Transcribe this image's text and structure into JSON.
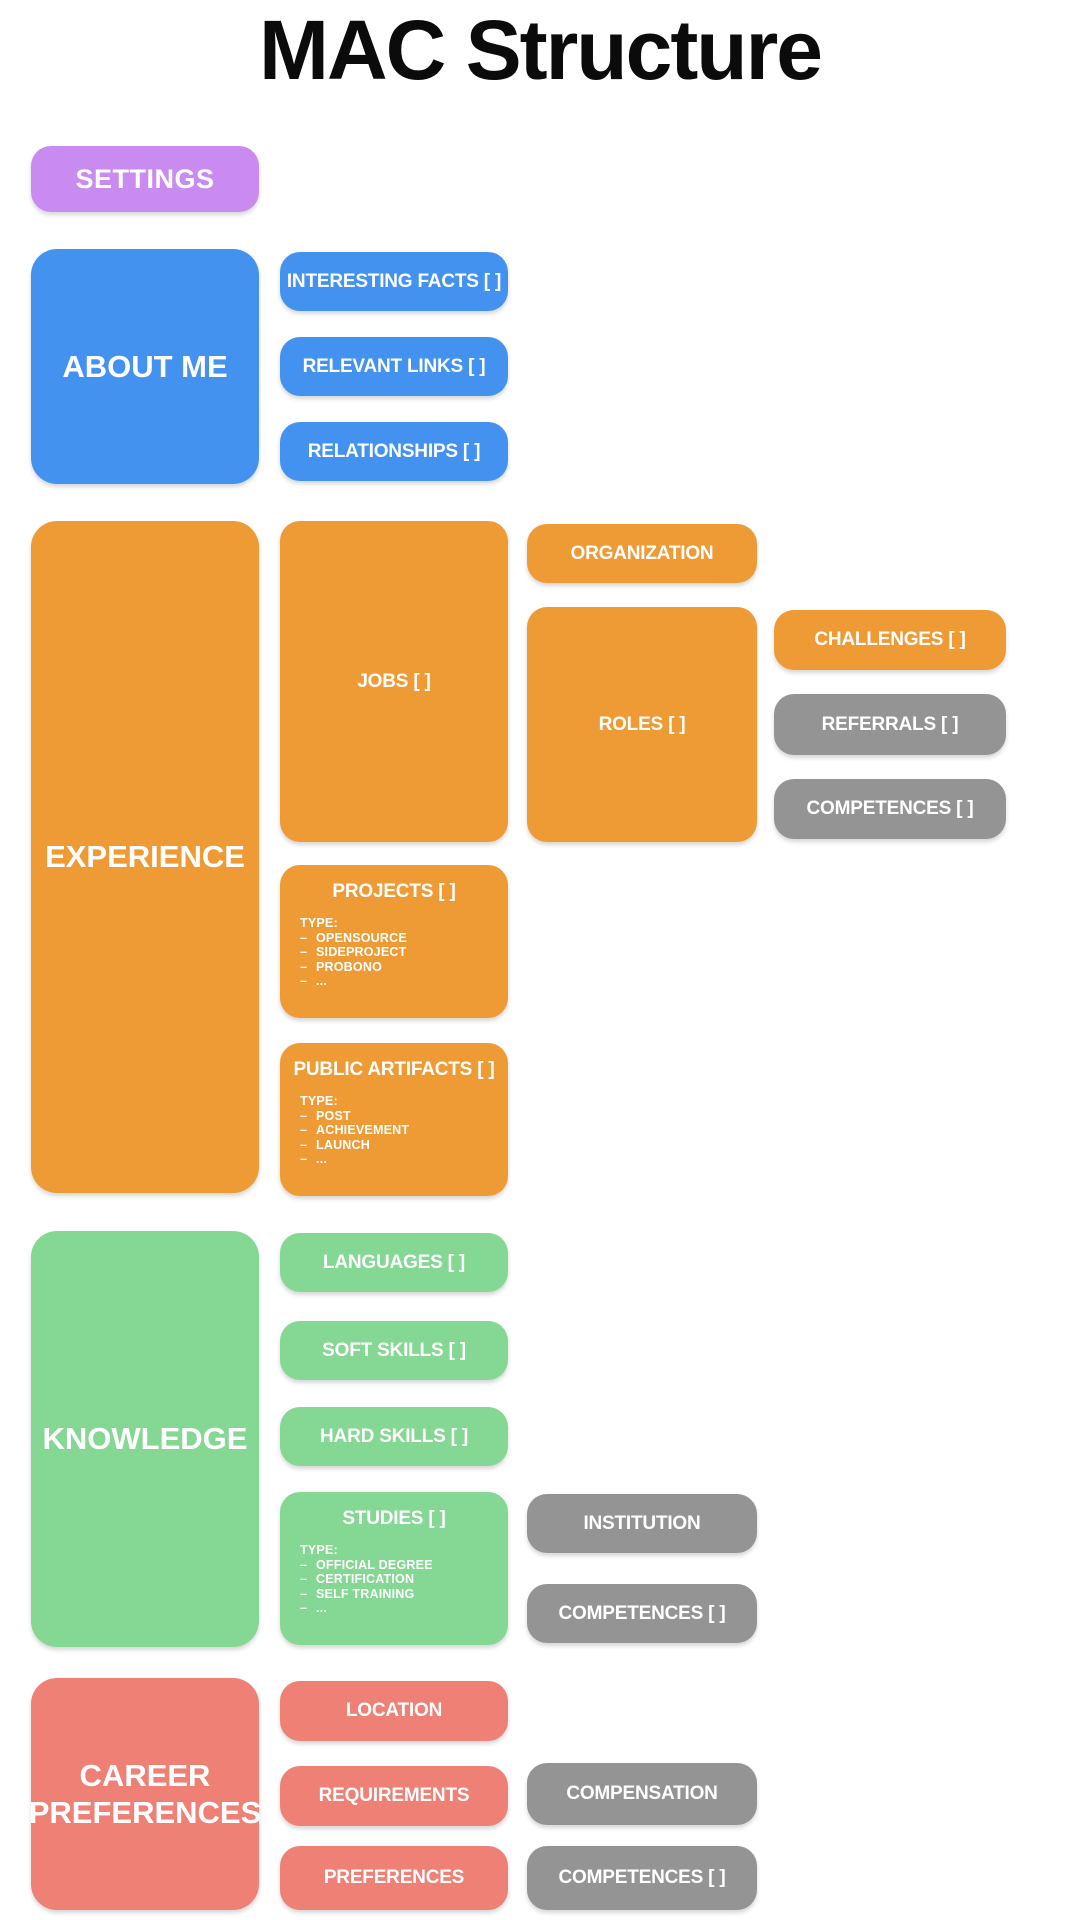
{
  "title": "MAC Structure",
  "colors": {
    "purple": "#c98bf0",
    "blue": "#4492f0",
    "orange": "#ee9b36",
    "green": "#85d794",
    "salmon": "#ee8076",
    "gray": "#949494"
  },
  "settings": {
    "label": "SETTINGS"
  },
  "about_me": {
    "label": "ABOUT ME",
    "interesting_facts": "INTERESTING FACTS [ ]",
    "relevant_links": "RELEVANT LINKS [ ]",
    "relationships": "RELATIONSHIPS [ ]"
  },
  "experience": {
    "label": "EXPERIENCE",
    "jobs": {
      "label": "JOBS [ ]",
      "organization": "ORGANIZATION",
      "roles": {
        "label": "ROLES [ ]",
        "challenges": "CHALLENGES [ ]",
        "referrals": "REFERRALS [ ]",
        "competences": "COMPETENCES [ ]"
      }
    },
    "projects": {
      "label": "PROJECTS [ ]",
      "type_heading": "TYPE:",
      "types": [
        "OPENSOURCE",
        "SIDEPROJECT",
        "PROBONO",
        "..."
      ]
    },
    "public_artifacts": {
      "label": "PUBLIC ARTIFACTS [ ]",
      "type_heading": "TYPE:",
      "types": [
        "POST",
        "ACHIEVEMENT",
        "LAUNCH",
        "..."
      ]
    }
  },
  "knowledge": {
    "label": "KNOWLEDGE",
    "languages": "LANGUAGES [ ]",
    "soft_skills": "SOFT SKILLS [ ]",
    "hard_skills": "HARD SKILLS [ ]",
    "studies": {
      "label": "STUDIES [ ]",
      "type_heading": "TYPE:",
      "types": [
        "OFFICIAL DEGREE",
        "CERTIFICATION",
        "SELF TRAINING",
        "..."
      ],
      "institution": "INSTITUTION",
      "competences": "COMPETENCES [ ]"
    }
  },
  "career_preferences": {
    "label": "CAREER PREFERENCES",
    "location": "LOCATION",
    "requirements": "REQUIREMENTS",
    "preferences": "PREFERENCES",
    "compensation": "COMPENSATION",
    "competences": "COMPETENCES [ ]"
  }
}
